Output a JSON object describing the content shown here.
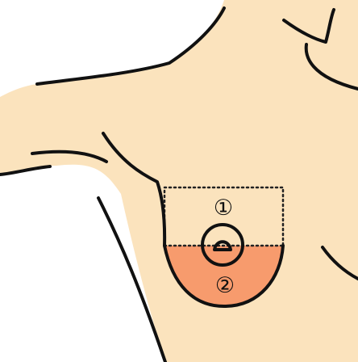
{
  "diagram": {
    "colors": {
      "background": "#ffffff",
      "skin": "#fbe3bd",
      "highlight": "#f79b6d",
      "outline": "#111111",
      "dotted_line": "#222222"
    },
    "regions": [
      {
        "id": "upper",
        "label": "①",
        "highlighted": false
      },
      {
        "id": "lower",
        "label": "②",
        "highlighted": true
      }
    ]
  }
}
